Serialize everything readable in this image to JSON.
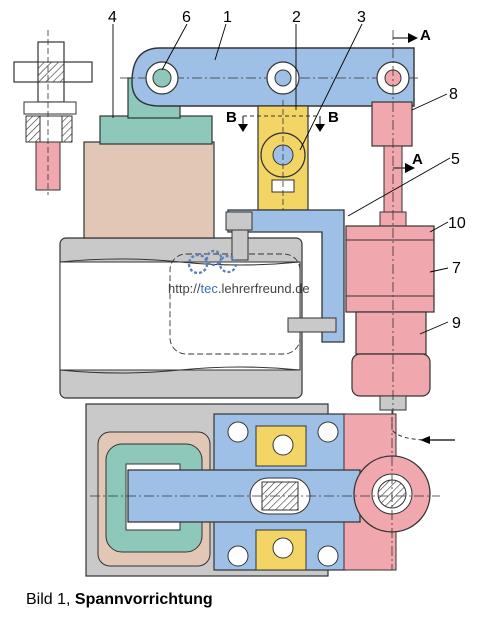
{
  "part_labels": {
    "p1": "1",
    "p2": "2",
    "p3": "3",
    "p4": "4",
    "p5": "5",
    "p6": "6",
    "p7": "7",
    "p8": "8",
    "p9": "9",
    "p10": "10"
  },
  "section_labels": {
    "a_top": "A",
    "a_mid": "A",
    "b_left": "B",
    "b_right": "B"
  },
  "watermark": {
    "prefix": "http://",
    "domain_accent": "tec",
    "domain_rest": ".lehrerfreund.de"
  },
  "caption": {
    "prefix": "Bild 1, ",
    "title": "Spannvorrichtung"
  },
  "colors": {
    "blue": "#9fc0e6",
    "green": "#8ec8bb",
    "tan": "#e2c7b6",
    "pink": "#f0a8ae",
    "yellow": "#f3d566",
    "gray": "#c9c9c9"
  }
}
